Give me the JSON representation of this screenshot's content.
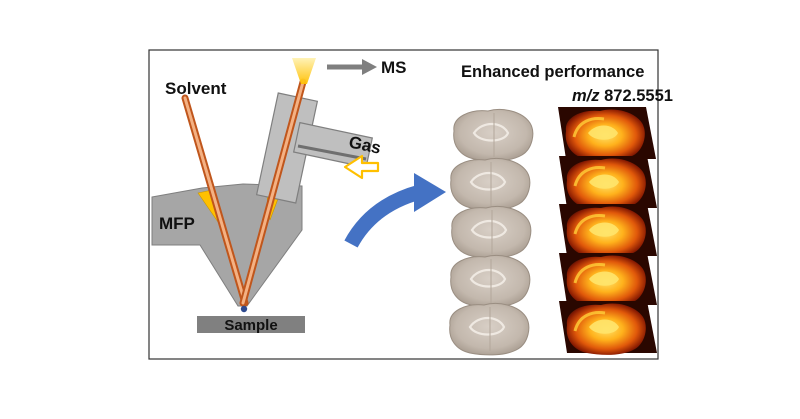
{
  "labels": {
    "solvent": "Solvent",
    "ms": "MS",
    "gas": "Gas",
    "mfp": "MFP",
    "sample": "Sample",
    "enhanced_performance": "Enhanced performance",
    "mz_italic": "m/z",
    "mz_value": " 872.5551"
  },
  "colors": {
    "frame": "#333333",
    "probe_body": "#a6a6a6",
    "probe_edge": "#7f7f7f",
    "capillary_outer": "#e07b39",
    "capillary_inner": "#f4b183",
    "cone_yellow": "#ffc000",
    "sample_stage": "#808080",
    "arrow_blue": "#4472c4",
    "gas_arrow": "#ffc000",
    "ms_arrow": "#7f7f7f",
    "optical_section": "#c8beb4",
    "ms_image_hot": "#ffd24a",
    "ms_image_dark": "#2a0700"
  },
  "icons": {
    "flow_arrow": "curved-arrow-icon",
    "gas_in": "hollow-arrow-icon",
    "ms_out": "arrow-right-icon"
  },
  "sections": {
    "optical_count": 5,
    "ms_image_count": 5
  }
}
